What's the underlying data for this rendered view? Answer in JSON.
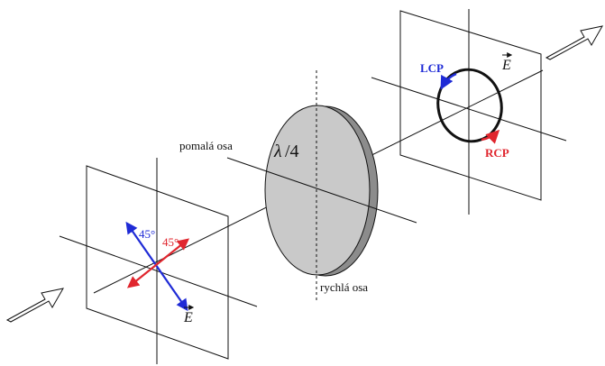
{
  "labels": {
    "slow_axis": "pomalá osa",
    "fast_axis": "rychlá osa",
    "plate_lambda": "λ",
    "plate_fraction": "/4",
    "lcp": "LCP",
    "rcp": "RCP",
    "angle_blue": "45°",
    "angle_red": "45°",
    "field_input": "E",
    "field_output": "E"
  },
  "colors": {
    "line": "#111111",
    "blue": "#1f2bd6",
    "red": "#e0262e",
    "plate_face": "#c9c9c9",
    "plate_edge": "#8c8c8c"
  },
  "icons": [
    "input-beam-arrow-icon",
    "output-beam-arrow-icon"
  ]
}
